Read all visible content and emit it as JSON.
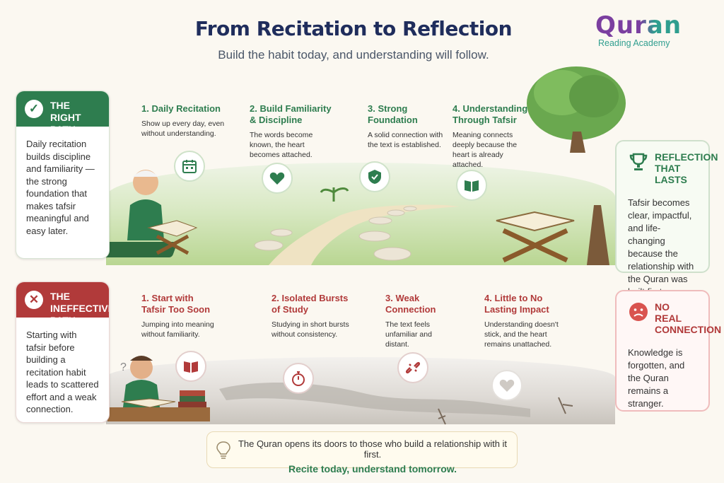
{
  "header": {
    "title": "From Recitation to Reflection",
    "subtitle": "Build the habit today, and understanding will follow."
  },
  "logo": {
    "main": "Quran",
    "sub": "Reading Academy"
  },
  "right_path": {
    "label": "THE RIGHT PATH",
    "description": "Daily recitation builds discipline and familiarity — the strong foundation that makes tafsir meaningful and easy later.",
    "steps": [
      {
        "title": "1. Daily Recitation",
        "desc": "Show up every day, even without understanding.",
        "icon": "calendar-icon"
      },
      {
        "title": "2. Build Familiarity & Discipline",
        "desc": "The words become known, the heart becomes attached.",
        "icon": "heart-icon"
      },
      {
        "title": "3. Strong Foundation",
        "desc": "A solid connection with the text is established.",
        "icon": "shield-icon"
      },
      {
        "title": "4. Understanding Through Tafsir",
        "desc": "Meaning connects deeply because the heart is already attached.",
        "icon": "book-icon"
      }
    ],
    "outcome": {
      "title": "REFLECTION THAT LASTS",
      "body": "Tafsir becomes clear, impactful, and life-changing because the relationship with the Quran was built first.",
      "icon": "trophy-icon"
    }
  },
  "wrong_path": {
    "label": "THE INEFFECTIVE PATH",
    "description": "Starting with tafsir before building a recitation habit leads to scattered effort and a weak connection.",
    "steps": [
      {
        "title": "1. Start with Tafsir Too Soon",
        "desc": "Jumping into meaning without familiarity.",
        "icon": "book-icon"
      },
      {
        "title": "2. Isolated Bursts of Study",
        "desc": "Studying in short bursts without consistency.",
        "icon": "stopwatch-icon"
      },
      {
        "title": "3. Weak Connection",
        "desc": "The text feels unfamiliar and distant.",
        "icon": "broken-link-icon"
      },
      {
        "title": "4. Little to No Lasting Impact",
        "desc": "Understanding doesn't stick, and the heart remains unattached.",
        "icon": "faded-heart-icon"
      }
    ],
    "outcome": {
      "title": "NO REAL CONNECTION",
      "body": "Knowledge is forgotten, and the Quran remains a stranger.",
      "icon": "sad-face-icon"
    }
  },
  "footer": {
    "line1": "The Quran opens its doors to those who build a relationship with it first.",
    "line2": "Recite today, understand tomorrow."
  },
  "colors": {
    "green": "#2e7d4f",
    "red": "#b13a3a",
    "navy": "#1f2d5c",
    "teal": "#2f9e8f",
    "purple": "#7b3fa0"
  }
}
